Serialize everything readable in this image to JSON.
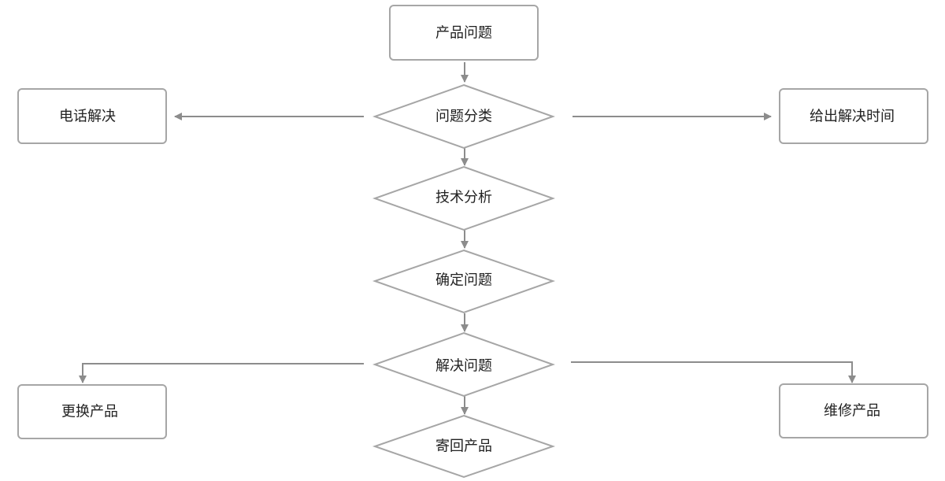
{
  "nodes": {
    "product_issue": "产品问题",
    "issue_classification": "问题分类",
    "phone_resolution": "电话解决",
    "resolution_time": "给出解决时间",
    "technical_analysis": "技术分析",
    "confirm_issue": "确定问题",
    "resolve_issue": "解决问题",
    "replace_product": "更换产品",
    "repair_product": "维修产品",
    "return_product": "寄回产品"
  },
  "colors": {
    "node_border": "#a6a6a6",
    "edge": "#8c8c8c",
    "text": "#222222",
    "background": "#ffffff"
  }
}
